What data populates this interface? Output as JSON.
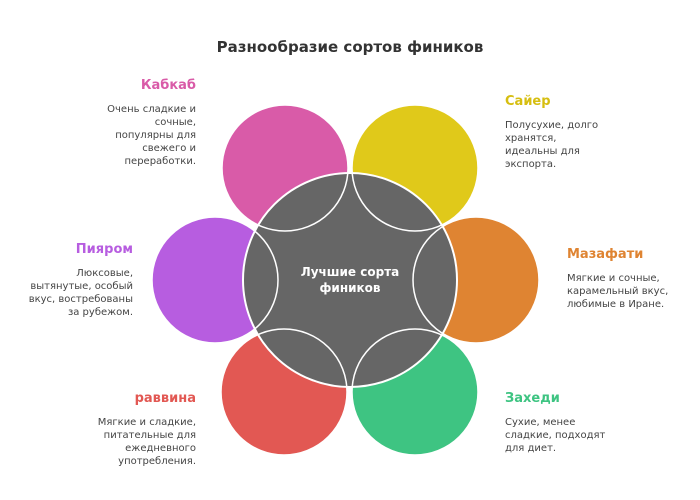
{
  "title": "Разнообразие сортов фиников",
  "center": "Лучшие сорта фиников",
  "items": [
    {
      "name": "Кабкаб",
      "desc": "Очень сладкие и\nсочные,\nпопулярны для\nсвежего и\nпереработки.",
      "color": "#d95ba8"
    },
    {
      "name": "Сайер",
      "desc": "Полусухие, долго\nхранятся,\nидеальны для\nэкспорта.",
      "color": "#e0c91a"
    },
    {
      "name": "Мазафати",
      "desc": "Мягкие и сочные,\nкарамельный вкус,\nлюбимые в Иране.",
      "color": "#df8432"
    },
    {
      "name": "Захеди",
      "desc": "Сухие, менее\nсладкие, подходят\nдля диет.",
      "color": "#3ec482"
    },
    {
      "name": "раввина",
      "desc": "Мягкие и сладкие,\nпитательные для\nежедневного\nупотребления.",
      "color": "#e25853"
    },
    {
      "name": "Пияром",
      "desc": "Люксовые,\nвытянутые, особый\nвкус, востребованы\nза рубежом.",
      "color": "#b75de0"
    }
  ],
  "center_color": "#666666"
}
